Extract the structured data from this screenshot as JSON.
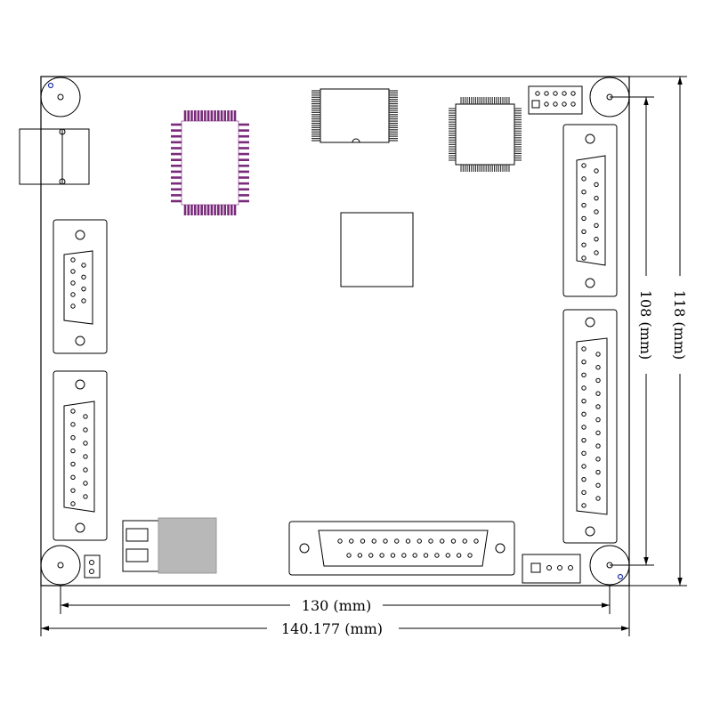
{
  "dimensions": {
    "hole_spacing_width": "130 (mm)",
    "board_width": "140.177 (mm)",
    "hole_spacing_height": "108 (mm)",
    "board_height": "118 (mm)"
  },
  "colors": {
    "line": "#000000",
    "chip_pins": "#2a2a2a",
    "plcc_pins": "#7a2a7a",
    "mount_hole_mark": "#2233aa",
    "rj45_shade": "#b8b8b8"
  },
  "icons": {
    "mounting_hole": "circle-hole-icon",
    "dsub_connector": "d-sub-connector-icon"
  }
}
